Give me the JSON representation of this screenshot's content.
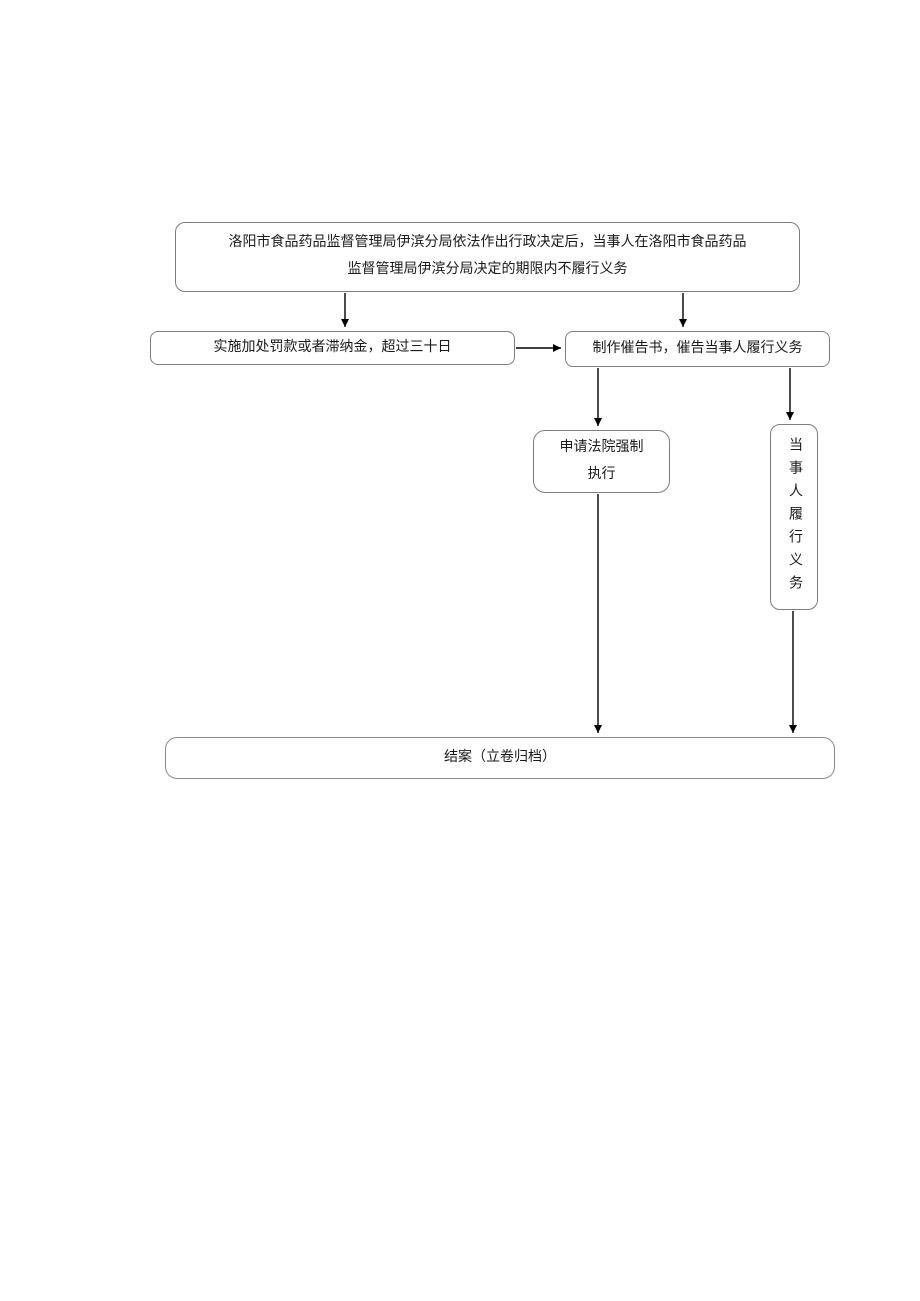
{
  "page": {
    "background_color": "#ffffff",
    "border_color": "#7d7d7d",
    "arrow_color": "#000000"
  },
  "flowchart": {
    "nodes": {
      "start": {
        "lines": [
          "洛阳市食品药品监督管理局伊滨分局依法作出行政决定后，当事人在洛阳市食品药品",
          "监督管理局伊滨分局决定的期限内不履行义务"
        ],
        "full_text": "洛阳市食品药品监督管理局伊滨分局依法作出行政决定后，当事人在洛阳市食品药品监督管理局伊滨分局决定的期限内不履行义务"
      },
      "penalty": {
        "text": "实施加处罚款或者滞纳金，超过三十日"
      },
      "notice": {
        "text": "制作催告书，催告当事人履行义务"
      },
      "court": {
        "lines": [
          "申请法院强制",
          "执行"
        ],
        "full_text": "申请法院强制执行"
      },
      "comply": {
        "text": "当事人履行义务"
      },
      "close": {
        "text": "结案（立卷归档）"
      }
    },
    "edges": [
      {
        "from": "start",
        "to": "penalty"
      },
      {
        "from": "start",
        "to": "notice"
      },
      {
        "from": "penalty",
        "to": "notice"
      },
      {
        "from": "notice",
        "to": "court"
      },
      {
        "from": "notice",
        "to": "comply"
      },
      {
        "from": "court",
        "to": "close"
      },
      {
        "from": "comply",
        "to": "close"
      }
    ]
  }
}
